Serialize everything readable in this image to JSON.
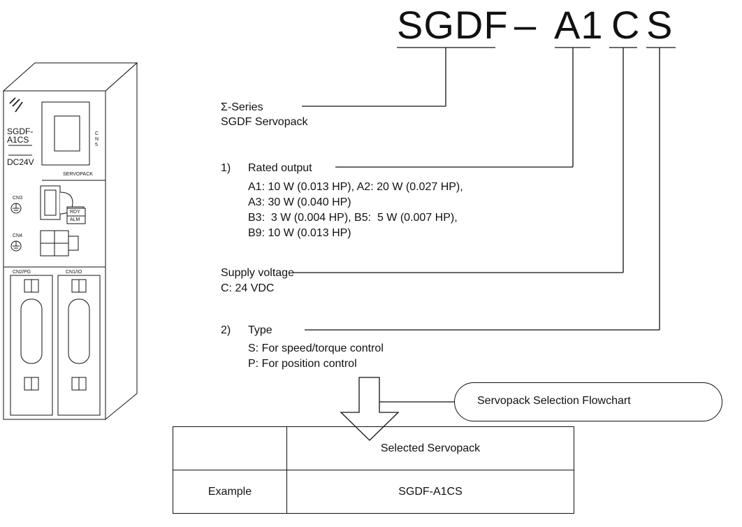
{
  "model_code": {
    "prefix": "SGDF",
    "dash": "–",
    "output_code": "A1",
    "voltage_code": "C",
    "type_code": "S"
  },
  "series": {
    "line1": "Σ-Series",
    "line2": "SGDF Servopack"
  },
  "rated_output": {
    "number": "1)",
    "heading": "Rated output",
    "lines": [
      "A1: 10 W (0.013 HP), A2: 20 W (0.027 HP),",
      "A3: 30 W (0.040 HP)",
      "B3:  3 W (0.004 HP), B5:  5 W (0.007 HP),",
      "B9: 10 W (0.013 HP)"
    ]
  },
  "supply_voltage": {
    "heading": "Supply voltage",
    "value": "C: 24 VDC"
  },
  "type": {
    "number": "2)",
    "heading": "Type",
    "lines": [
      "S: For speed/torque control",
      "P: For position control"
    ]
  },
  "flowchart_callout": "Servopack Selection Flowchart",
  "selection_table": {
    "header": "Selected Servopack",
    "row_label": "Example",
    "row_value": "SGDF-A1CS"
  },
  "device": {
    "model_line1": "SGDF-",
    "model_line2": "A1CS",
    "voltage": "DC24V",
    "cn5": "C\nN\n5",
    "brand": "SERVOPACK",
    "cn3": "CN3",
    "cn4": "CN4",
    "rdy": "RDY",
    "alm": "ALM",
    "cn2": "CN2/PG",
    "cn1": "CN1/IO"
  }
}
